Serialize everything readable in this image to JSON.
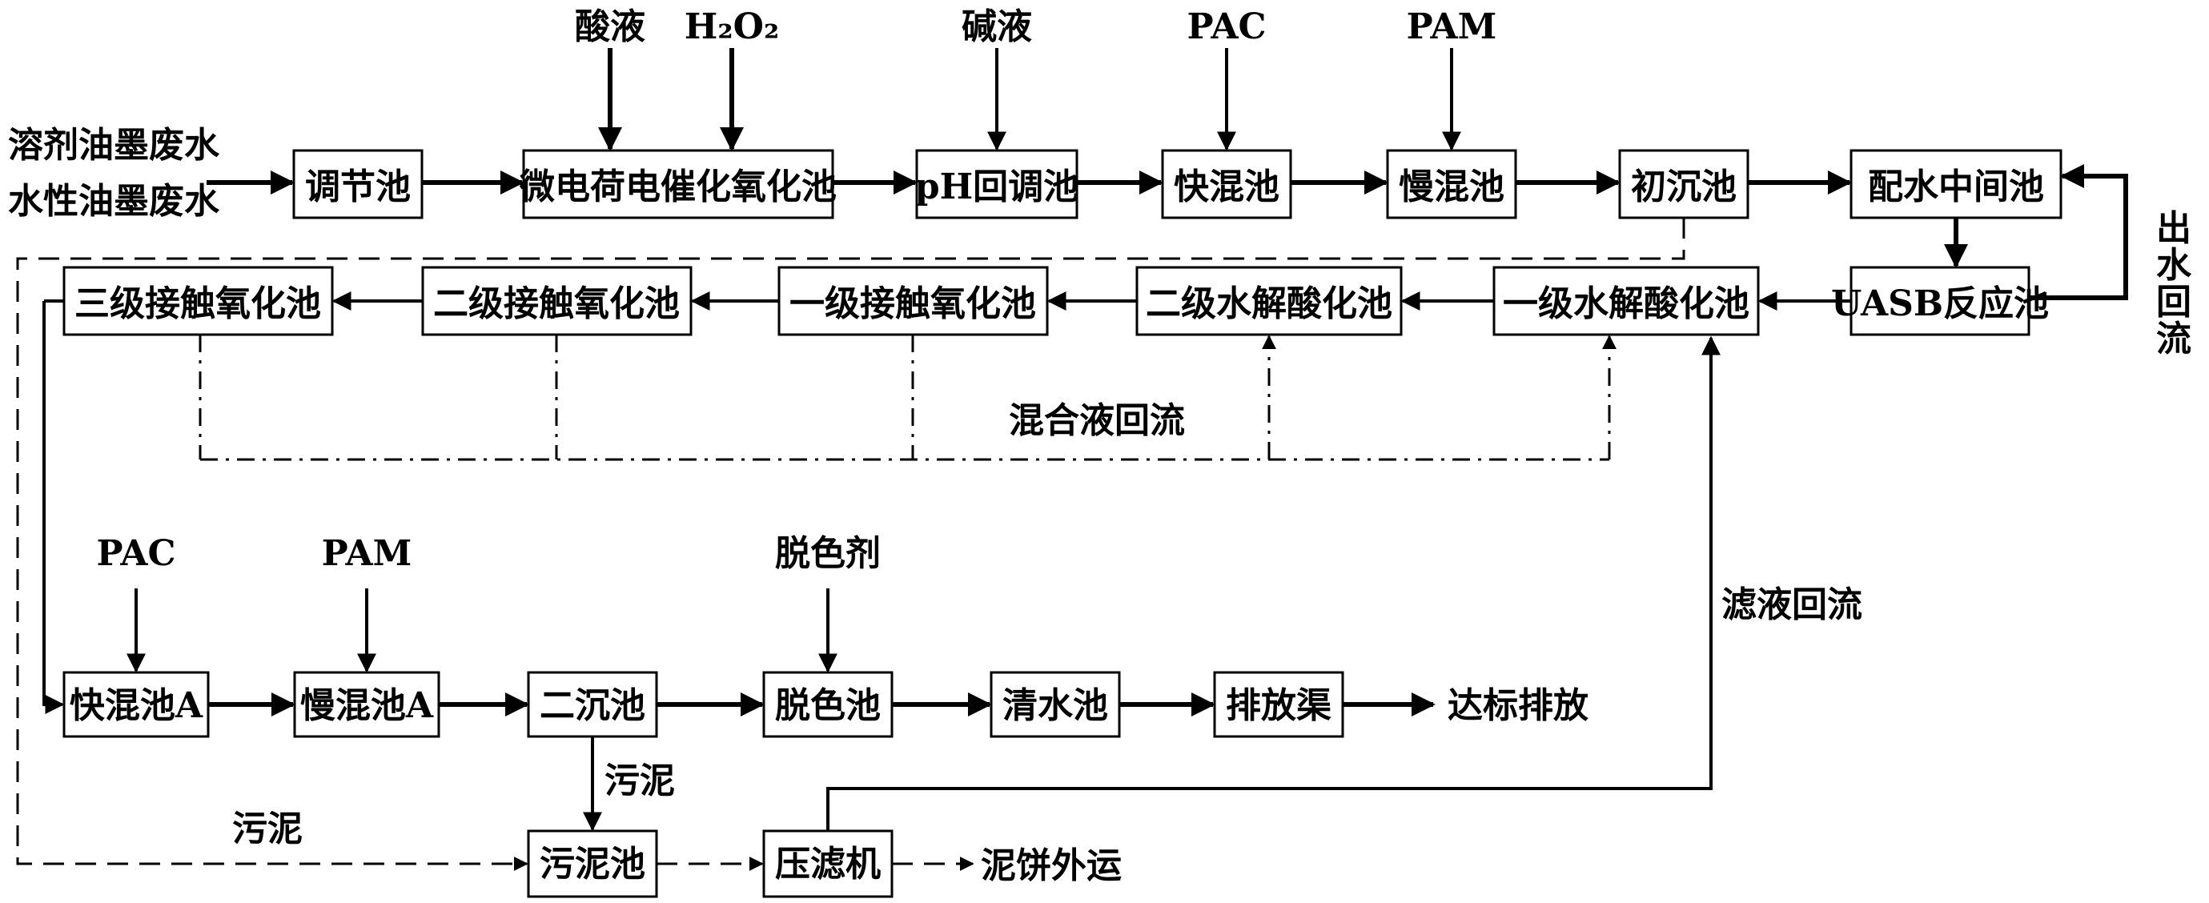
{
  "inputs": {
    "line1": "溶剂油墨废水",
    "line2": "水性油墨废水"
  },
  "chemicals": {
    "acid": "酸液",
    "h2o2": "H₂O₂",
    "alkali": "碱液",
    "pac_top": "PAC",
    "pam_top": "PAM",
    "pac_bottom": "PAC",
    "pam_bottom": "PAM",
    "decolorant": "脱色剂"
  },
  "units": {
    "equalization": "调节池",
    "micro_electro": "微电荷电催化氧化池",
    "ph_adjust": "pH回调池",
    "fast_mix": "快混池",
    "slow_mix": "慢混池",
    "primary_settle": "初沉池",
    "water_dist": "配水中间池",
    "uasb": "UASB反应池",
    "hydro1": "一级水解酸化池",
    "hydro2": "二级水解酸化池",
    "contact1": "一级接触氧化池",
    "contact2": "二级接触氧化池",
    "contact3": "三级接触氧化池",
    "fast_mix_a": "快混池A",
    "slow_mix_a": "慢混池A",
    "secondary_settle": "二沉池",
    "decolor_tank": "脱色池",
    "clear_water": "清水池",
    "discharge_channel": "排放渠",
    "sludge_tank": "污泥池",
    "filter_press": "压滤机"
  },
  "labels": {
    "effluent_reflux": [
      "出",
      "水",
      "回",
      "流"
    ],
    "mixed_liquor_reflux": "混合液回流",
    "filtrate_reflux": "滤液回流",
    "sludge_1": "污泥",
    "sludge_2": "污泥",
    "discharge": "达标排放",
    "cake_out": "泥饼外运"
  }
}
